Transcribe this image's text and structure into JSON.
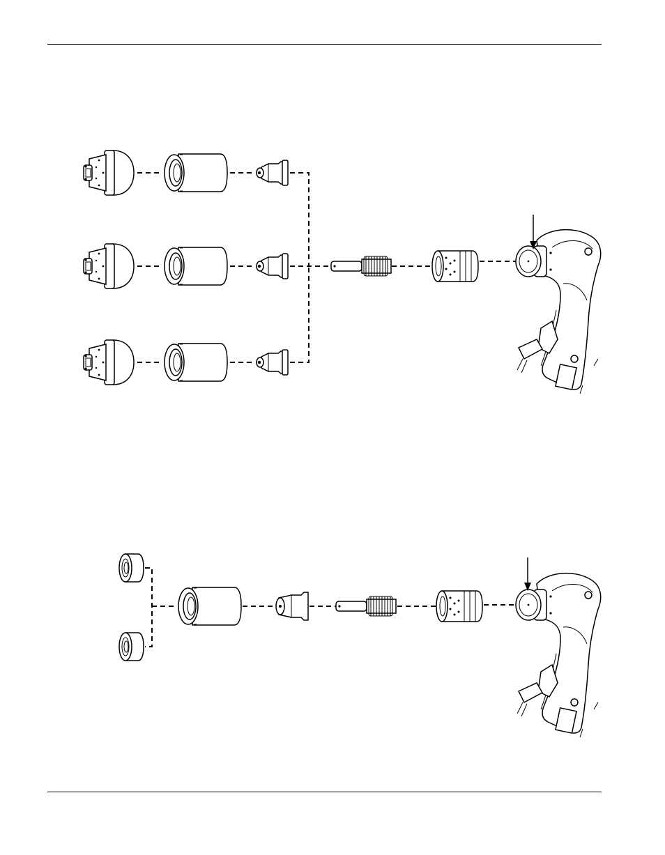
{
  "figure": {
    "top_assembly": {
      "shields": [
        "drag-shield",
        "drag-shield",
        "drag-shield"
      ],
      "retaining_caps": [
        "retaining-cap",
        "retaining-cap",
        "retaining-cap"
      ],
      "nozzles": [
        "nozzle",
        "nozzle",
        "nozzle"
      ],
      "electrode": "electrode",
      "swirl_ring": "swirl-ring",
      "torch": "hand-torch"
    },
    "bottom_assembly": {
      "shields": [
        "deflector",
        "ohmic-shield"
      ],
      "retaining_cap": "retaining-cap",
      "nozzle": "nozzle",
      "electrode": "electrode",
      "swirl_ring": "swirl-ring",
      "torch": "hand-torch"
    }
  }
}
